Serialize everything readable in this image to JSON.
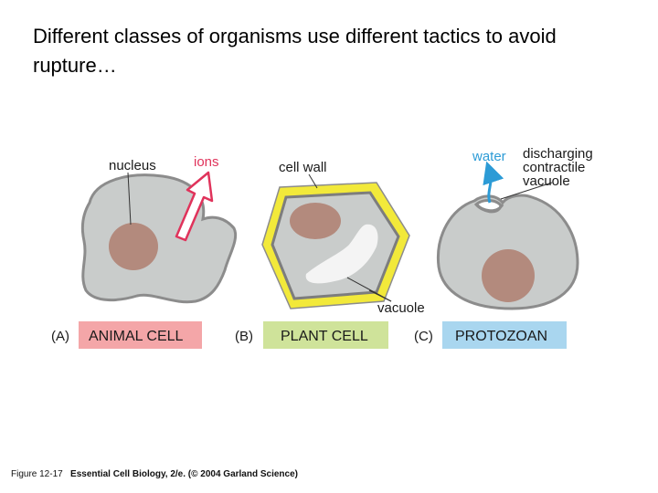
{
  "slide": {
    "title": "Different classes of organisms use different tactics to avoid rupture…"
  },
  "labels": {
    "nucleus": "nucleus",
    "ions": "ions",
    "cell_wall": "cell wall",
    "water": "water",
    "discharging_line1": "discharging",
    "discharging_line2": "contractile",
    "discharging_line3": "vacuole",
    "vacuole": "vacuole"
  },
  "panels": [
    {
      "id": "(A)",
      "name": "ANIMAL CELL",
      "color": "#f4a6a8"
    },
    {
      "id": "(B)",
      "name": "PLANT CELL",
      "color": "#cfe39a"
    },
    {
      "id": "(C)",
      "name": "PROTOZOAN",
      "color": "#a9d6ef"
    }
  ],
  "colors": {
    "cytoplasm": "#c9cccb",
    "nucleus": "#b38a7d",
    "cell_wall": "#f2e93a",
    "vacuole": "#f4f4f4",
    "ions": "#e0335b",
    "water": "#2c9bd6"
  },
  "caption": {
    "figure": "Figure 12-17",
    "source": "Essential Cell Biology, 2/e. (© 2004 Garland Science)"
  }
}
